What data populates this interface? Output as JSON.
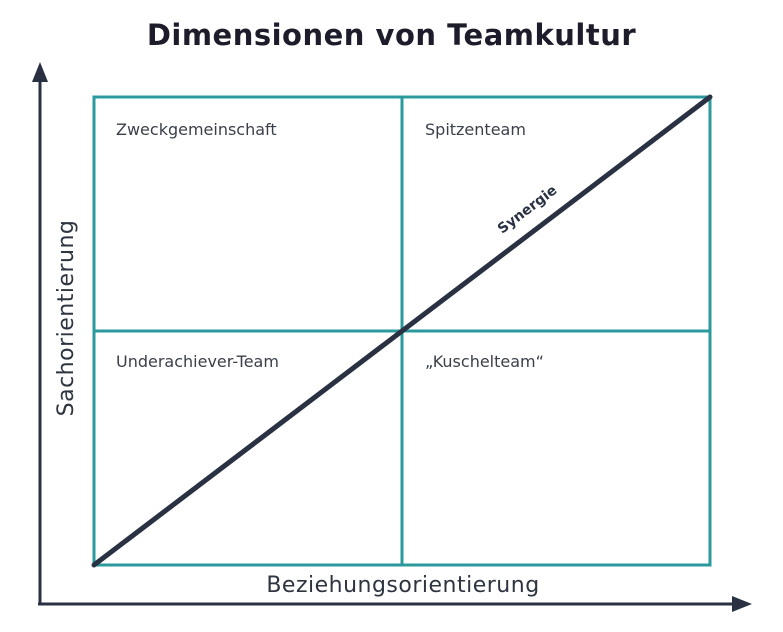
{
  "title": "Dimensionen von Teamkultur",
  "axes": {
    "x_label": "Beziehungsorientierung",
    "y_label": "Sachorientierung"
  },
  "quadrants": {
    "top_left": "Zweckgemeinschaft",
    "top_right": "Spitzenteam",
    "bottom_left": "Underachiever-Team",
    "bottom_right": "„Kuschelteam“"
  },
  "diagonal_label": "Synergie",
  "colors": {
    "grid": "#2b9a9d",
    "axis": "#2a3142",
    "diagonal": "#2a3142",
    "title": "#1c1c2a"
  }
}
